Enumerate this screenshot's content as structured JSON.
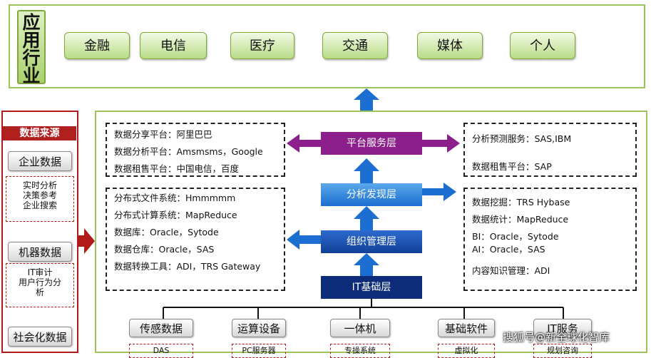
{
  "industry": {
    "label_chars": [
      "应",
      "用",
      "行",
      "业"
    ],
    "items": [
      "金融",
      "电信",
      "医疗",
      "交通",
      "媒体",
      "个人"
    ]
  },
  "source": {
    "title": "数据来源",
    "enterprise": {
      "label": "企业数据",
      "lines": [
        "实时分析",
        "决策参考",
        "企业搜索"
      ]
    },
    "machine": {
      "label": "机器数据",
      "lines": [
        "IT审计",
        "用户行为分",
        "析"
      ]
    },
    "social": {
      "label": "社会化数据"
    }
  },
  "layers": {
    "platform": "平台服务层",
    "analysis": "分析发现层",
    "organize": "组织管理层",
    "it": "IT基础层"
  },
  "left_top_box": [
    "数据分享平台：阿里巴巴",
    "数据分析平台：Amsmsms，Google",
    "数据租售平台：中国电信，百度"
  ],
  "left_mid_box": [
    "分布式文件系统：Hmmmmm",
    "分布式计算系统：MapReduce",
    "数据库：Oracle，Sytode",
    "数据仓库：Oracle，SAS",
    "数据转换工具：ADI，TRS Gateway"
  ],
  "right_top_box": [
    "分析预测服务：SAS,IBM",
    "数据租售平台：SAP"
  ],
  "right_mid_box": [
    "数据挖掘：TRS Hybase",
    "数据统计：MapReduce",
    "BI：Oracle，Sytode",
    "AI：Oracle，SAS",
    "内容知识管理：ADI"
  ],
  "bottom": {
    "items": [
      "传感数据",
      "运算设备",
      "一体机",
      "基础软件",
      "IT服务"
    ],
    "subs": [
      "DAS",
      "PC服务器",
      "专操系统",
      "虚拟化",
      "规划咨询"
    ]
  },
  "watermark": "搜狐号@新全球化智库",
  "colors": {
    "green_border": "#9dc45a",
    "red_border": "#b21a1a",
    "purple": "#8c1f8c",
    "blue": "#1c6fd0",
    "navy": "#0c2c7a"
  }
}
